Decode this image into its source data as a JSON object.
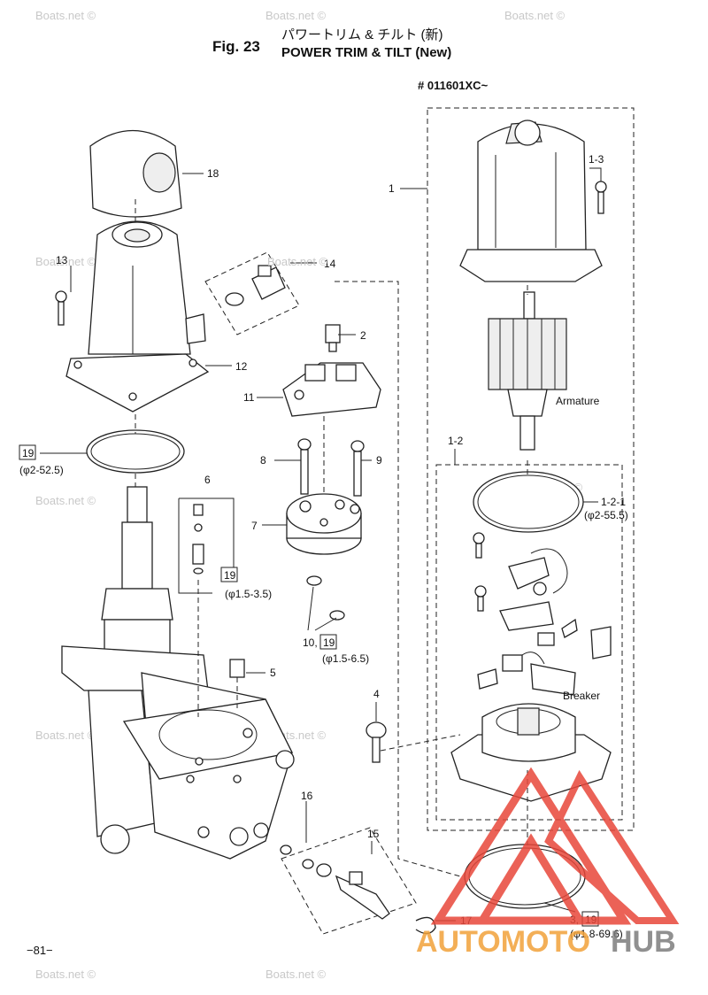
{
  "header": {
    "fig_label": "Fig. 23",
    "title_jp": "パワートリム & チルト (新)",
    "title_en": "POWER TRIM & TILT (New)",
    "serial": "# 011601XC~"
  },
  "callouts": {
    "p1": "1",
    "p1_3": "1-3",
    "p2": "2",
    "p18": "18",
    "p13": "13",
    "p14": "14",
    "p12": "12",
    "p11": "11",
    "armature": "Armature",
    "p1_2": "1-2",
    "p1_2_1": "1-2-1",
    "phi_55": "(φ2-55.5)",
    "p19a": "19",
    "phi_52": "(φ2-52.5)",
    "p8": "8",
    "p9": "9",
    "p6": "6",
    "p7": "7",
    "p19b": "19",
    "phi_35": "(φ1.5-3.5)",
    "p10": "10,",
    "p19c": "19",
    "phi_65": "(φ1.5-6.5)",
    "p5": "5",
    "breaker": "Breaker",
    "p4": "4",
    "p16": "16",
    "p15": "15",
    "p17": "17",
    "p3": "3,",
    "p19d": "19",
    "phi_69": "(φ1.8-69.6)"
  },
  "watermarks": {
    "site": "Boats.net ©",
    "brand_a": "AUTOMOTO",
    "brand_b": "HUB"
  },
  "footer": {
    "page_number": "−81−"
  },
  "colors": {
    "brand_red": "#e8473a",
    "brand_orange": "#f2a23a",
    "brand_gray": "#7d7d7d",
    "watermark_gray": "#c8c8c8"
  }
}
